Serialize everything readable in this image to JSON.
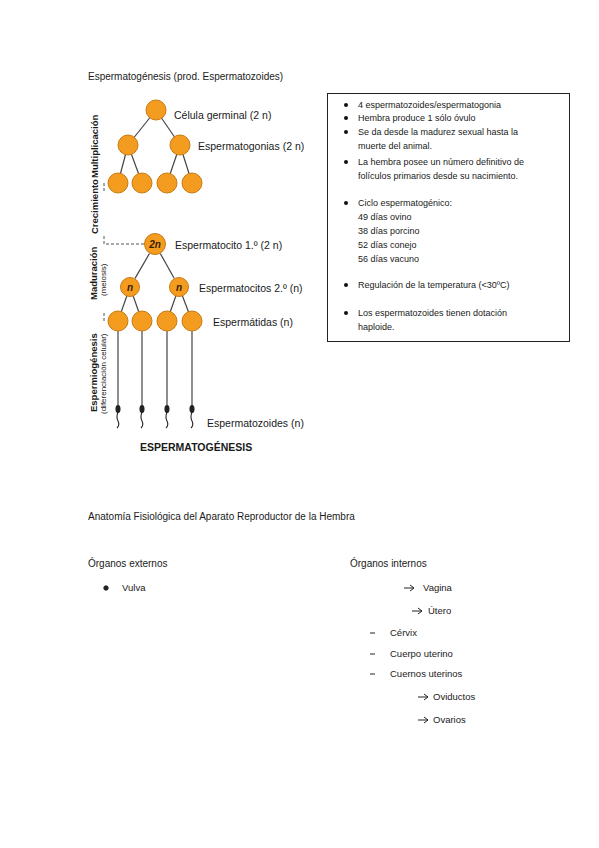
{
  "diagram": {
    "title": "Espermatogénesis (prod. Espermatozoides)",
    "nodes": [
      {
        "text": [
          "2n"
        ]
      },
      {
        "text": [
          "n"
        ]
      },
      {
        "text": [
          "n"
        ]
      },
      {
        "text": [
          "4 espermatozoides/espermatogonia",
          "Hembra produce 1 sólo óvulo",
          "Se da desde la madurez sexual hasta la muerte del animal.",
          "La hembra posee un número definitivo de folículos primarios desde su nacimiento.",
          "Ciclo espermatogénico:",
          "49 días ovino",
          "38 días porcino",
          "52 días conejo",
          "56 días vacuno",
          "Regulación de la temperatura (<30ºC)",
          "Los espermatozoides tienen dotación haploide."
        ]
      }
    ],
    "edges": [
      {
        "from": 0,
        "to": 1,
        "arrow": "none"
      },
      {
        "from": 0,
        "to": 2,
        "arrow": "none"
      }
    ],
    "labels": [
      "Célula germinal (2 n)",
      "Espermatogonias (2 n)",
      "Espermatocito 1.º (2 n)",
      "Espermatocitos 2.º (n)",
      "Espermátidas (n)",
      "Espermatozoides (n)",
      "ESPERMATOGÉNESIS",
      "Multiplicación",
      "Crecimiento",
      "Maduración",
      "(meiosis)",
      "Espermiogénesis",
      "(diferenciación celular)",
      "Anatomía Fisiológica del Aparato Reproductor de la Hembra",
      "Órganos externos",
      "Vulva",
      "Órganos internos",
      "Vagina",
      "Útero",
      "Cérvix",
      "Cuerpo uterino",
      "Cuernos uterinos",
      "Oviductos",
      "Ovarios"
    ]
  }
}
